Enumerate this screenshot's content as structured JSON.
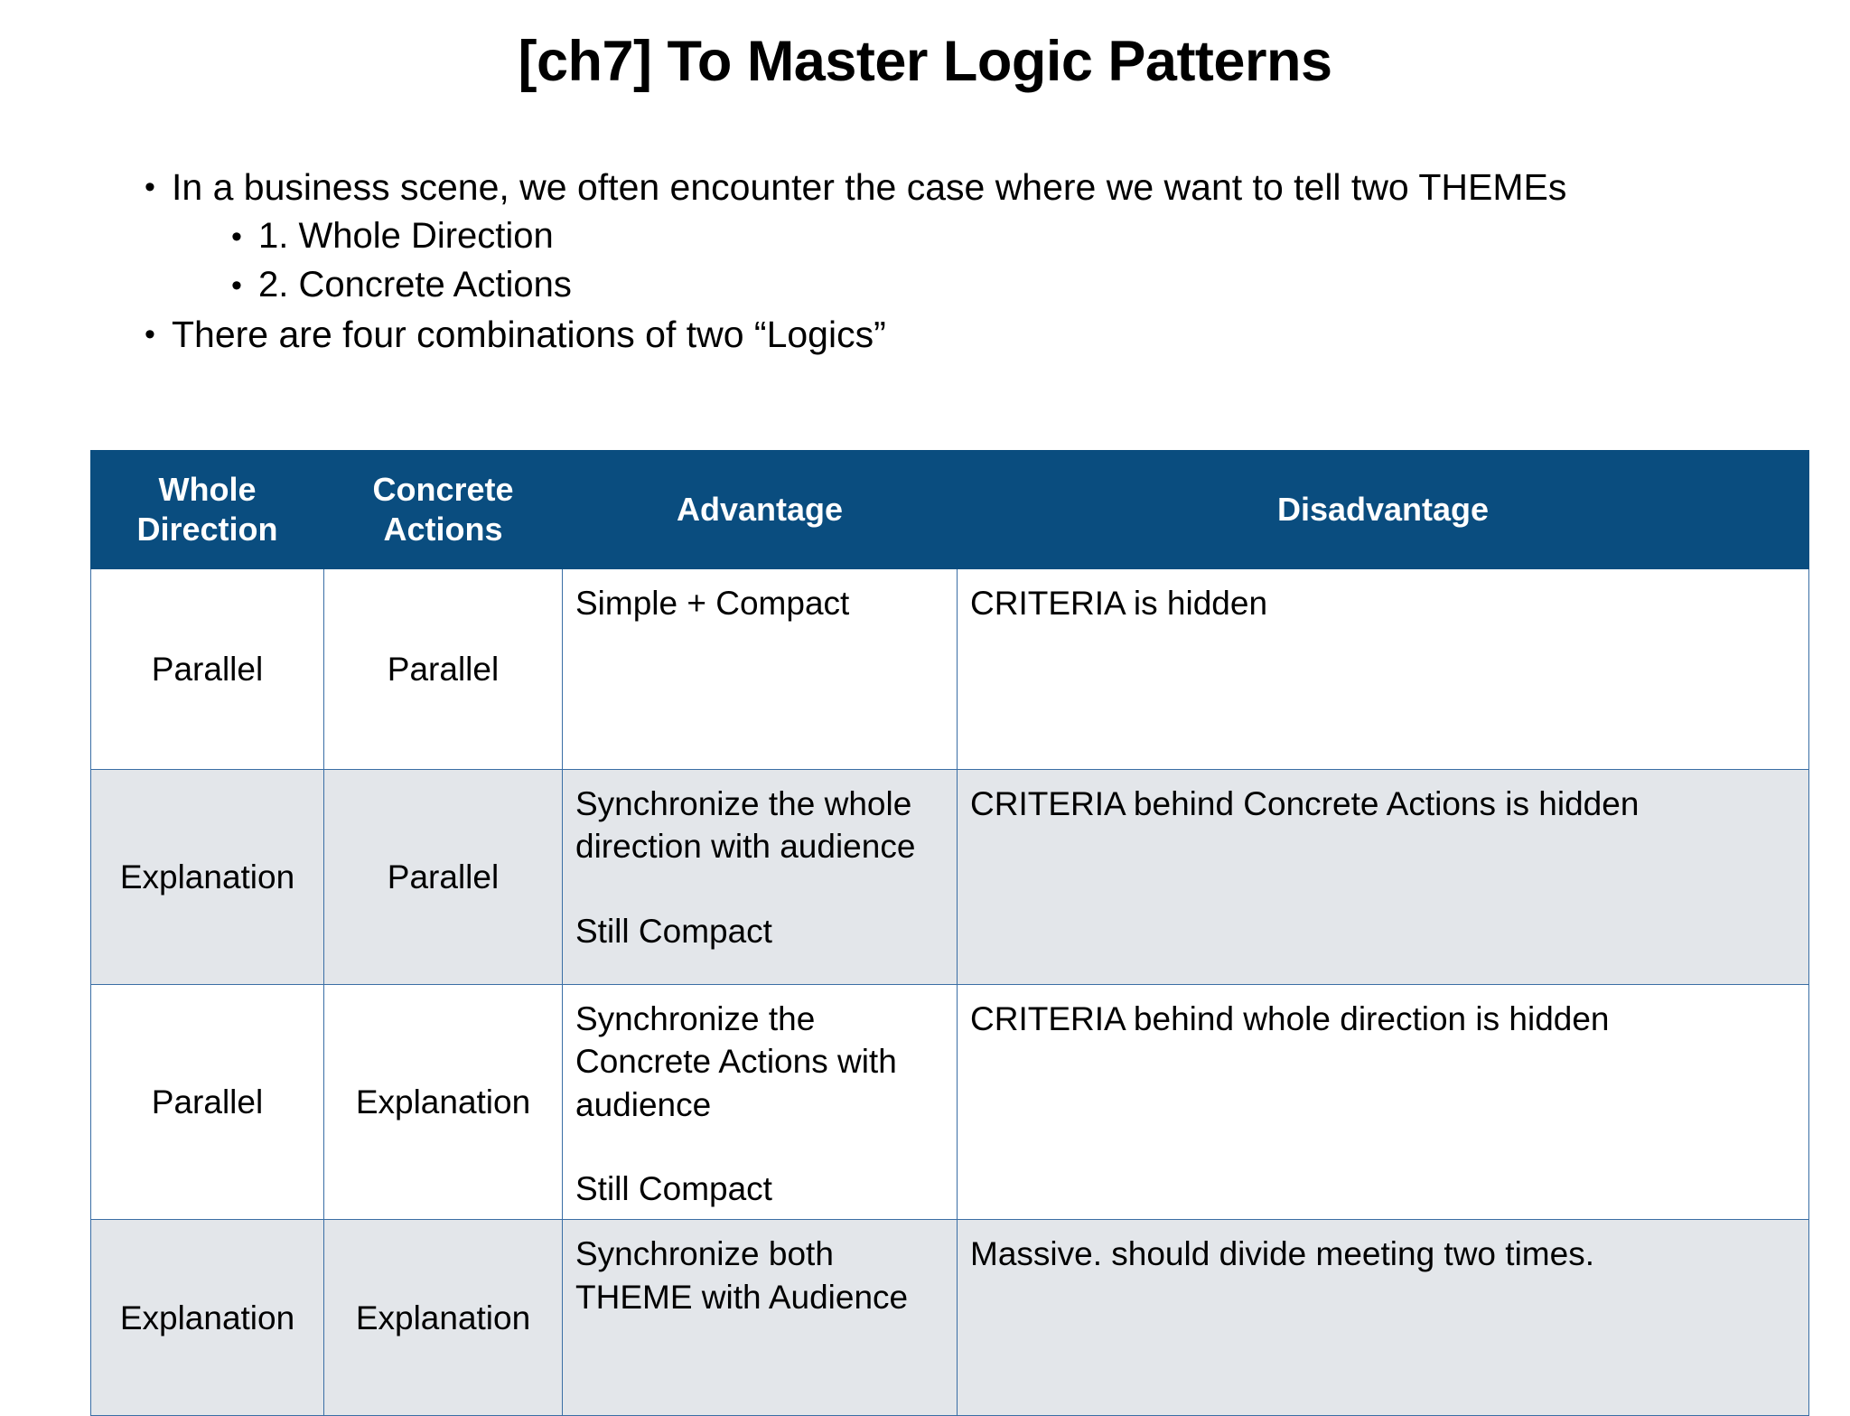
{
  "title": "[ch7] To Master Logic Patterns",
  "bullets": [
    {
      "level": 1,
      "marker": "•",
      "text": "In a business scene, we often encounter the case where we want to tell two THEMEs"
    },
    {
      "level": 2,
      "marker": "•",
      "text": "1. Whole Direction"
    },
    {
      "level": 2,
      "marker": "•",
      "text": "2. Concrete Actions"
    },
    {
      "level": 1,
      "marker": "•",
      "text": "There are four combinations of two “Logics”"
    }
  ],
  "table": {
    "headers": [
      "Whole Direction",
      "Concrete Actions",
      "Advantage",
      "Disadvantage"
    ],
    "rows": [
      {
        "whole_direction": "Parallel",
        "concrete_actions": "Parallel",
        "advantage_line1": "Simple + Compact",
        "advantage_line2": "",
        "disadvantage_line1": "CRITERIA is hidden",
        "disadvantage_line2": ""
      },
      {
        "whole_direction": "Explanation",
        "concrete_actions": "Parallel",
        "advantage_line1": "Synchronize the whole direction with audience",
        "advantage_line2": "Still Compact",
        "disadvantage_line1": "CRITERIA behind Concrete Actions is hidden",
        "disadvantage_line2": ""
      },
      {
        "whole_direction": "Parallel",
        "concrete_actions": "Explanation",
        "advantage_line1": "Synchronize the Concrete Actions with audience",
        "advantage_line2": "Still Compact",
        "disadvantage_line1": "CRITERIA behind whole direction is hidden",
        "disadvantage_line2": ""
      },
      {
        "whole_direction": "Explanation",
        "concrete_actions": "Explanation",
        "advantage_line1": "Synchronize both THEME with Audience",
        "advantage_line2": "",
        "disadvantage_line1": "Massive. should divide meeting two times.",
        "disadvantage_line2": ""
      }
    ]
  },
  "colors": {
    "header_background": "#0a4d7f",
    "header_text": "#ffffff",
    "row_alt_background": "#e3e6ea",
    "row_background": "#ffffff",
    "border": "#3a6ea5",
    "page_background": "#ffffff",
    "body_text": "#000000"
  }
}
